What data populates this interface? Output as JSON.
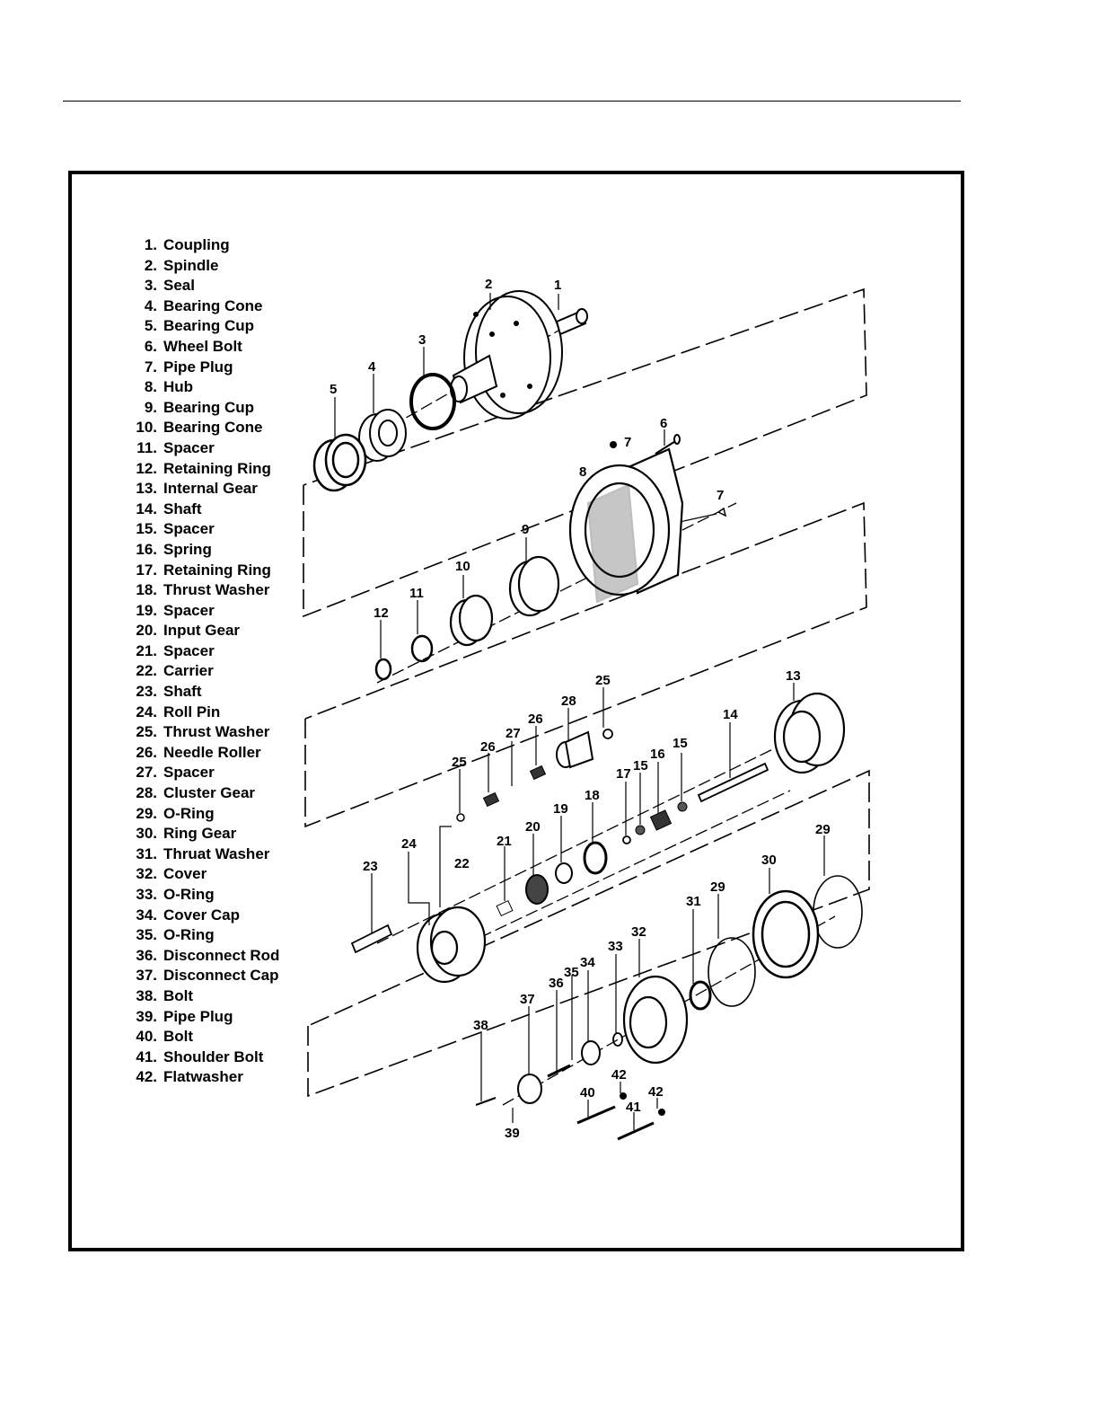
{
  "legend": [
    {
      "num": "1.",
      "name": "Coupling"
    },
    {
      "num": "2.",
      "name": "Spindle"
    },
    {
      "num": "3.",
      "name": "Seal"
    },
    {
      "num": "4.",
      "name": "Bearing Cone"
    },
    {
      "num": "5.",
      "name": "Bearing Cup"
    },
    {
      "num": "6.",
      "name": "Wheel Bolt"
    },
    {
      "num": "7.",
      "name": "Pipe Plug"
    },
    {
      "num": "8.",
      "name": "Hub"
    },
    {
      "num": "9.",
      "name": "Bearing Cup"
    },
    {
      "num": "10.",
      "name": "Bearing Cone"
    },
    {
      "num": "11.",
      "name": "Spacer"
    },
    {
      "num": "12.",
      "name": "Retaining Ring"
    },
    {
      "num": "13.",
      "name": "Internal Gear"
    },
    {
      "num": "14.",
      "name": "Shaft"
    },
    {
      "num": "15.",
      "name": "Spacer"
    },
    {
      "num": "16.",
      "name": "Spring"
    },
    {
      "num": "17.",
      "name": "Retaining Ring"
    },
    {
      "num": "18.",
      "name": "Thrust Washer"
    },
    {
      "num": "19.",
      "name": "Spacer"
    },
    {
      "num": "20.",
      "name": "Input Gear"
    },
    {
      "num": "21.",
      "name": "Spacer"
    },
    {
      "num": "22.",
      "name": "Carrier"
    },
    {
      "num": "23.",
      "name": "Shaft"
    },
    {
      "num": "24.",
      "name": "Roll Pin"
    },
    {
      "num": "25.",
      "name": "Thrust Washer"
    },
    {
      "num": "26.",
      "name": "Needle Roller"
    },
    {
      "num": "27.",
      "name": "Spacer"
    },
    {
      "num": "28.",
      "name": "Cluster Gear"
    },
    {
      "num": "29.",
      "name": "O-Ring"
    },
    {
      "num": "30.",
      "name": "Ring Gear"
    },
    {
      "num": "31.",
      "name": "Thruat Washer"
    },
    {
      "num": "32.",
      "name": "Cover"
    },
    {
      "num": "33.",
      "name": "O-Ring"
    },
    {
      "num": "34.",
      "name": "Cover Cap"
    },
    {
      "num": "35.",
      "name": "O-Ring"
    },
    {
      "num": "36.",
      "name": "Disconnect Rod"
    },
    {
      "num": "37.",
      "name": "Disconnect Cap"
    },
    {
      "num": "38.",
      "name": "Bolt"
    },
    {
      "num": "39.",
      "name": "Pipe Plug"
    },
    {
      "num": "40.",
      "name": "Bolt"
    },
    {
      "num": "41.",
      "name": "Shoulder Bolt"
    },
    {
      "num": "42.",
      "name": "Flatwasher"
    }
  ],
  "callouts": [
    "1",
    "2",
    "3",
    "4",
    "5",
    "6",
    "7",
    "7",
    "8",
    "9",
    "10",
    "11",
    "12",
    "13",
    "14",
    "15",
    "15",
    "16",
    "17",
    "18",
    "19",
    "20",
    "21",
    "22",
    "23",
    "24",
    "25",
    "25",
    "26",
    "26",
    "27",
    "28",
    "29",
    "29",
    "30",
    "31",
    "32",
    "33",
    "34",
    "35",
    "36",
    "37",
    "38",
    "39",
    "40",
    "41",
    "42",
    "42"
  ]
}
